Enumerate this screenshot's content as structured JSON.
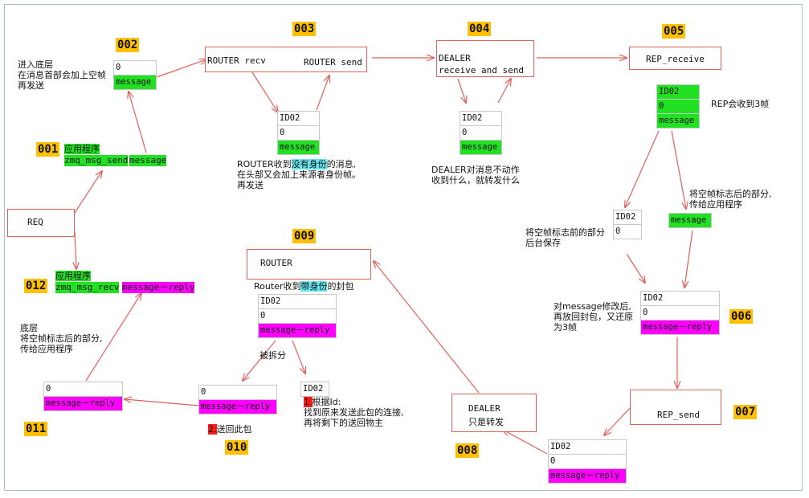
{
  "steps": {
    "s001": "001",
    "s002": "002",
    "s003": "003",
    "s004": "004",
    "s005": "005",
    "s006": "006",
    "s007": "007",
    "s008": "008",
    "s009": "009",
    "s010": "010",
    "s011": "011",
    "s012": "012"
  },
  "boxes": {
    "req": "REQ",
    "router_recv": "ROUTER recv",
    "router_send": "ROUTER send",
    "dealer_line1": "DEALER",
    "dealer_line2": "receive and send",
    "rep_receive": "REP_receive",
    "router": "ROUTER",
    "dealer2_line1": "DEALER",
    "dealer2_line2": "只是转发",
    "rep_send": "REP_send"
  },
  "frames": {
    "f002": [
      "0",
      "message"
    ],
    "f003": [
      "ID02",
      "0",
      "message"
    ],
    "f004": [
      "ID02",
      "0",
      "message"
    ],
    "f005": [
      "ID02",
      "0",
      "message"
    ],
    "f005_left": [
      "ID02",
      "0"
    ],
    "f005_right": [
      "message"
    ],
    "f006": [
      "ID02",
      "0",
      "message－reply"
    ],
    "f008": [
      "ID02",
      "0",
      "message－reply"
    ],
    "f009": [
      "ID02",
      "0",
      "message－reply"
    ],
    "f010": [
      "0",
      "message－reply"
    ],
    "f010_id": [
      "ID02"
    ],
    "f011": [
      "0",
      "message－reply"
    ]
  },
  "labels": {
    "app_001_title": "应用程序",
    "app_001_func": "zmq_msg_send",
    "app_001_msg": "message",
    "app_012_title": "应用程序",
    "app_012_func": "zmq_msg_recv",
    "app_012_msg": "message－reply"
  },
  "notes": {
    "n002_l1": "进入底层",
    "n002_l2": "在消息首部会加上空帧",
    "n002_l3": "再发送",
    "n003_a": "ROUTER收到",
    "n003_hl": "没有身份",
    "n003_b": "的消息,",
    "n003_l2": "在头部又会加上来源者身份帧。",
    "n003_l3": "再发送",
    "n004_l1": "DEALER对消息不动作",
    "n004_l2": "收到什么，就转发什么",
    "n005": "REP会收到3帧",
    "n005_right_l1": "将空帧标志后的部分,",
    "n005_right_l2": "传给应用程序",
    "n005_left_l1": "将空帧标志前的部分",
    "n005_left_l2": "后台保存",
    "n006_l1": "对message修改后,",
    "n006_l2": "再放回封包，又还原",
    "n006_l3": "为3帧",
    "n009_a": "Router收到",
    "n009_hl": "带身份",
    "n009_b": "的封包",
    "n009_split": "被拆分",
    "n010_num1": "1.",
    "n010_l1": "根据Id:",
    "n010_l2": "找到原来发送此包的连接,",
    "n010_l3": "再将剩下的送回物主",
    "n010_num2": "2.",
    "n010_send": "送回此包",
    "n011_l1": "底层",
    "n011_l2": "将空帧标志后的部分,",
    "n011_l3": "传给应用程序"
  },
  "colors": {
    "arrow": "#e0605a",
    "tag": "#ffc000",
    "green": "#22e022",
    "magenta": "#ff00ff",
    "cyan": "#66e6ef",
    "red": "#ff1a1a"
  }
}
